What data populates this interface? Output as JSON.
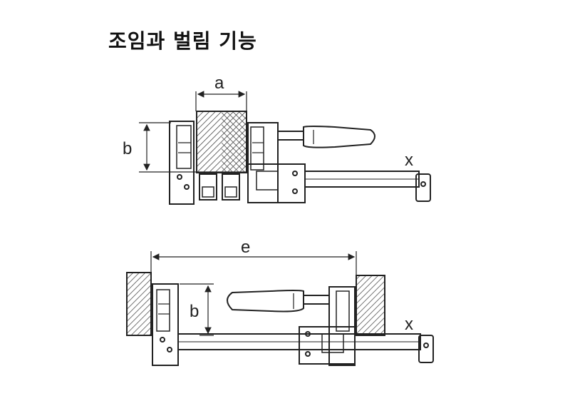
{
  "title": "조임과 벌림 기능",
  "diagrams": [
    {
      "label_width": "a",
      "label_height": "b",
      "label_bar": "x"
    },
    {
      "label_width": "e",
      "label_height": "b",
      "label_bar": "x"
    }
  ]
}
